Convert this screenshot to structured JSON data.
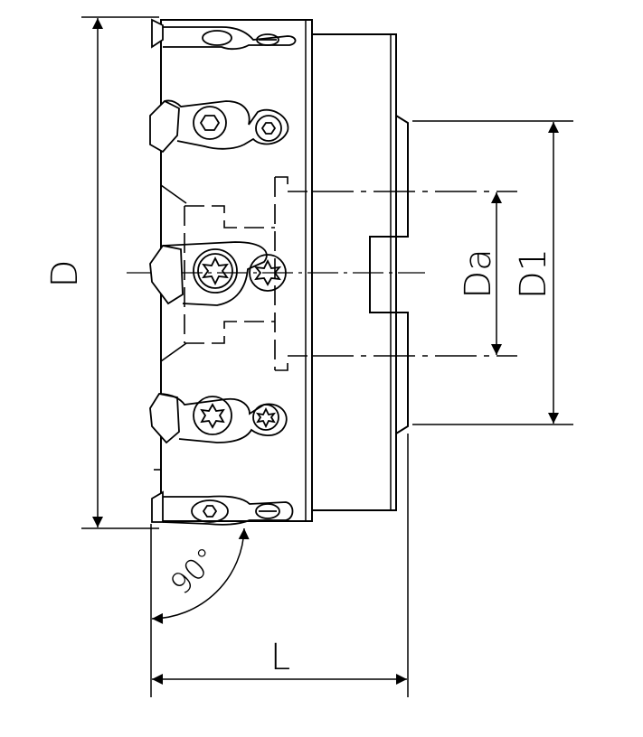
{
  "drawing": {
    "labels": {
      "diameter": "D",
      "bore_diameter": "Da",
      "hub_diameter": "D1",
      "length": "L",
      "angle": "90°"
    }
  }
}
